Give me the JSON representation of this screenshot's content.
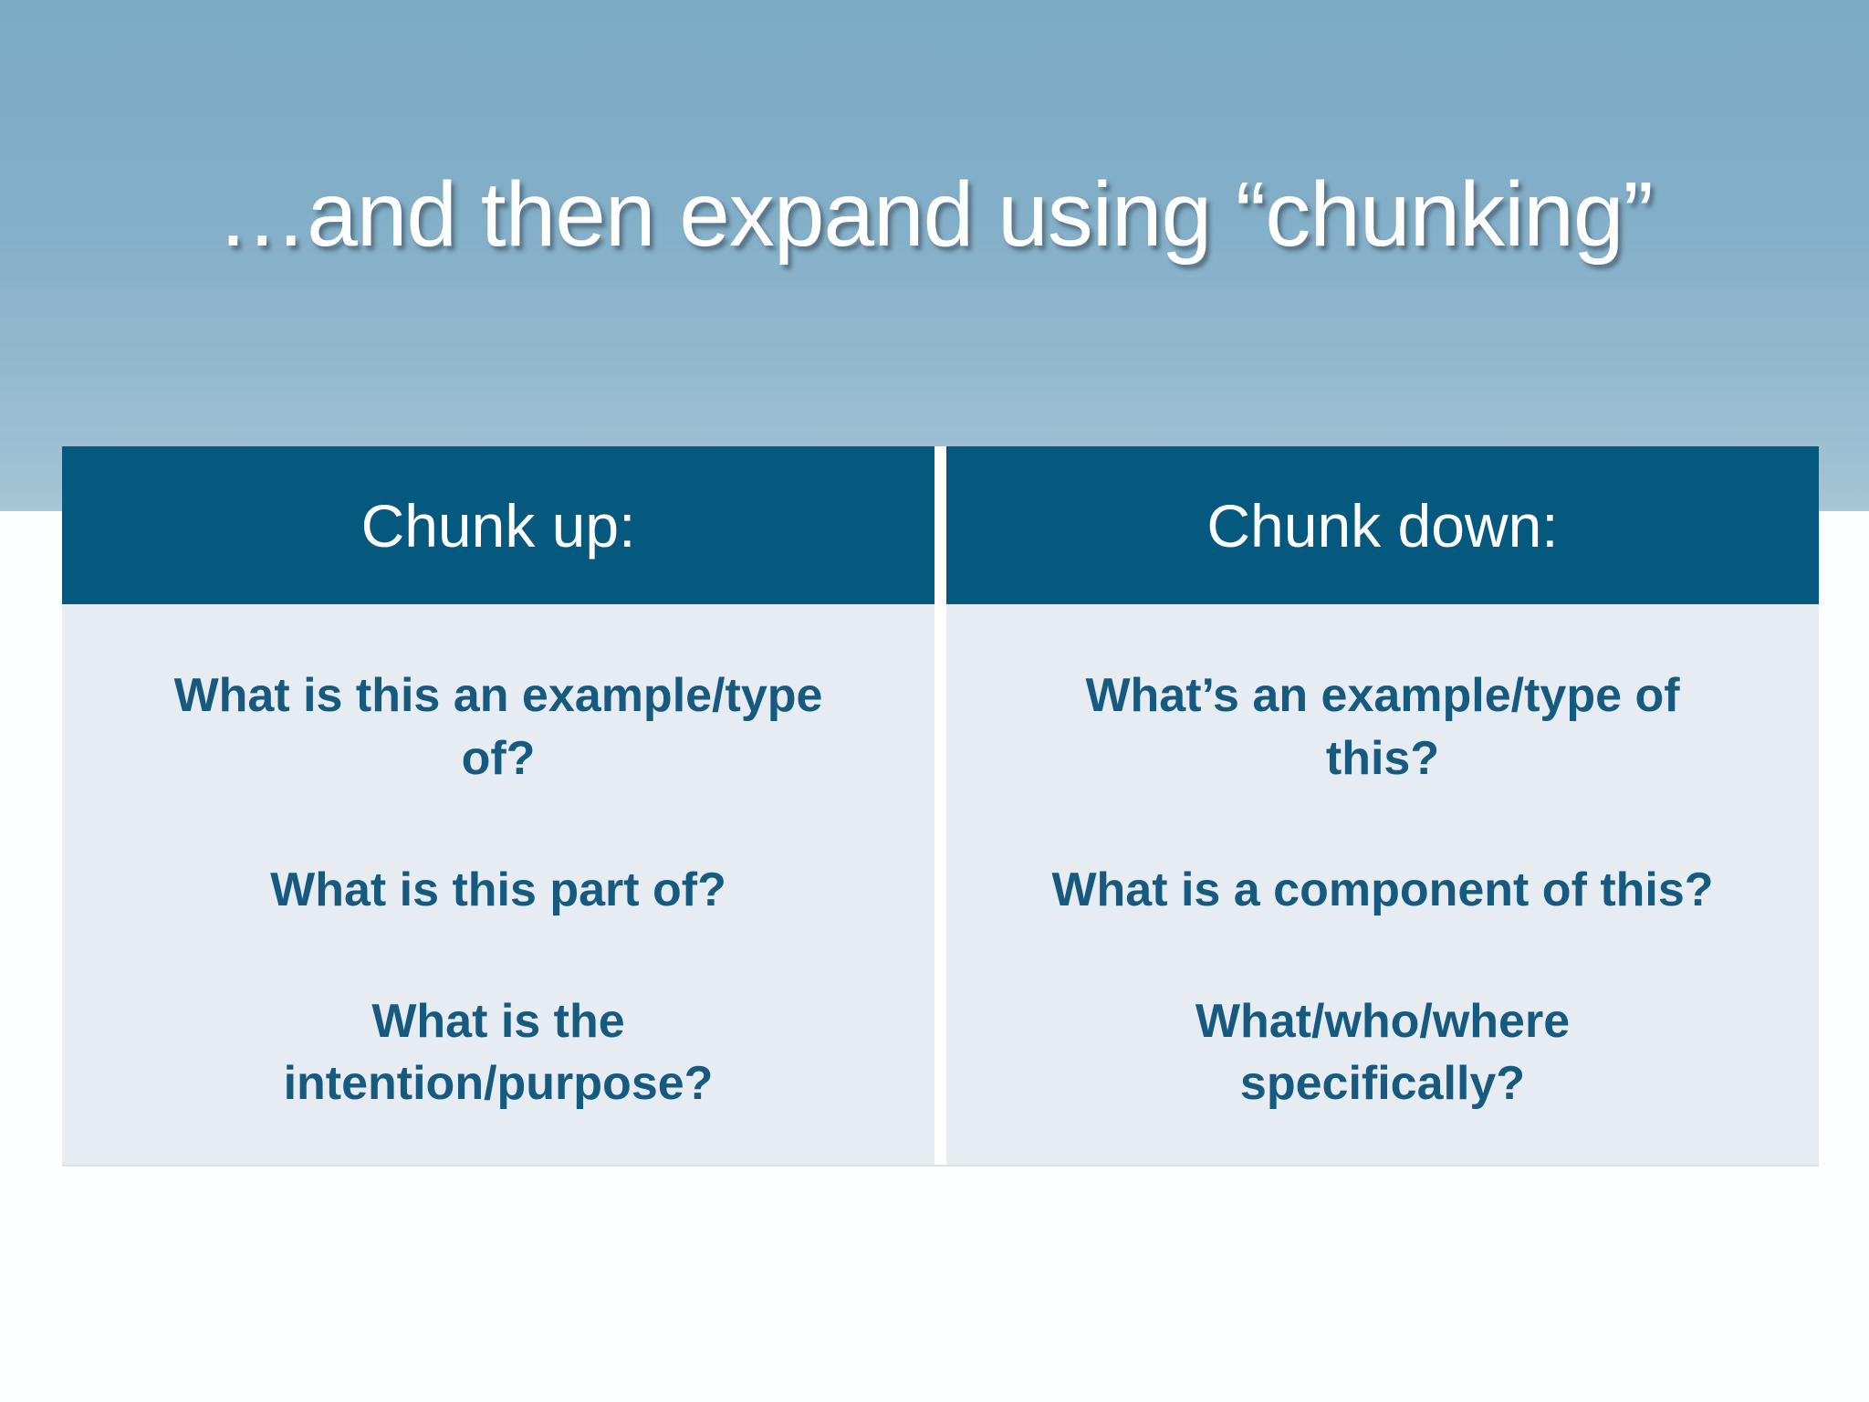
{
  "slide": {
    "title": "…and then expand using “chunking”"
  },
  "table": {
    "columns": [
      {
        "header": "Chunk up:",
        "items": [
          "What is this an example/type\nof?",
          "What is this part of?",
          "What is the\nintention/purpose?"
        ]
      },
      {
        "header": "Chunk down:",
        "items": [
          "What’s an example/type of\nthis?",
          "What is a component of this?",
          "What/who/where\nspecifically?"
        ]
      }
    ]
  },
  "colors": {
    "background_gradient_top": "#7cabc6",
    "background_gradient_bottom": "#a8c6d6",
    "lower_background": "#fdfeff",
    "header_background": "#05597f",
    "header_text": "#ffffff",
    "body_background": "#e6ecf2",
    "body_text": "#175a80",
    "divider": "#ffffff",
    "title_text": "#ffffff"
  }
}
